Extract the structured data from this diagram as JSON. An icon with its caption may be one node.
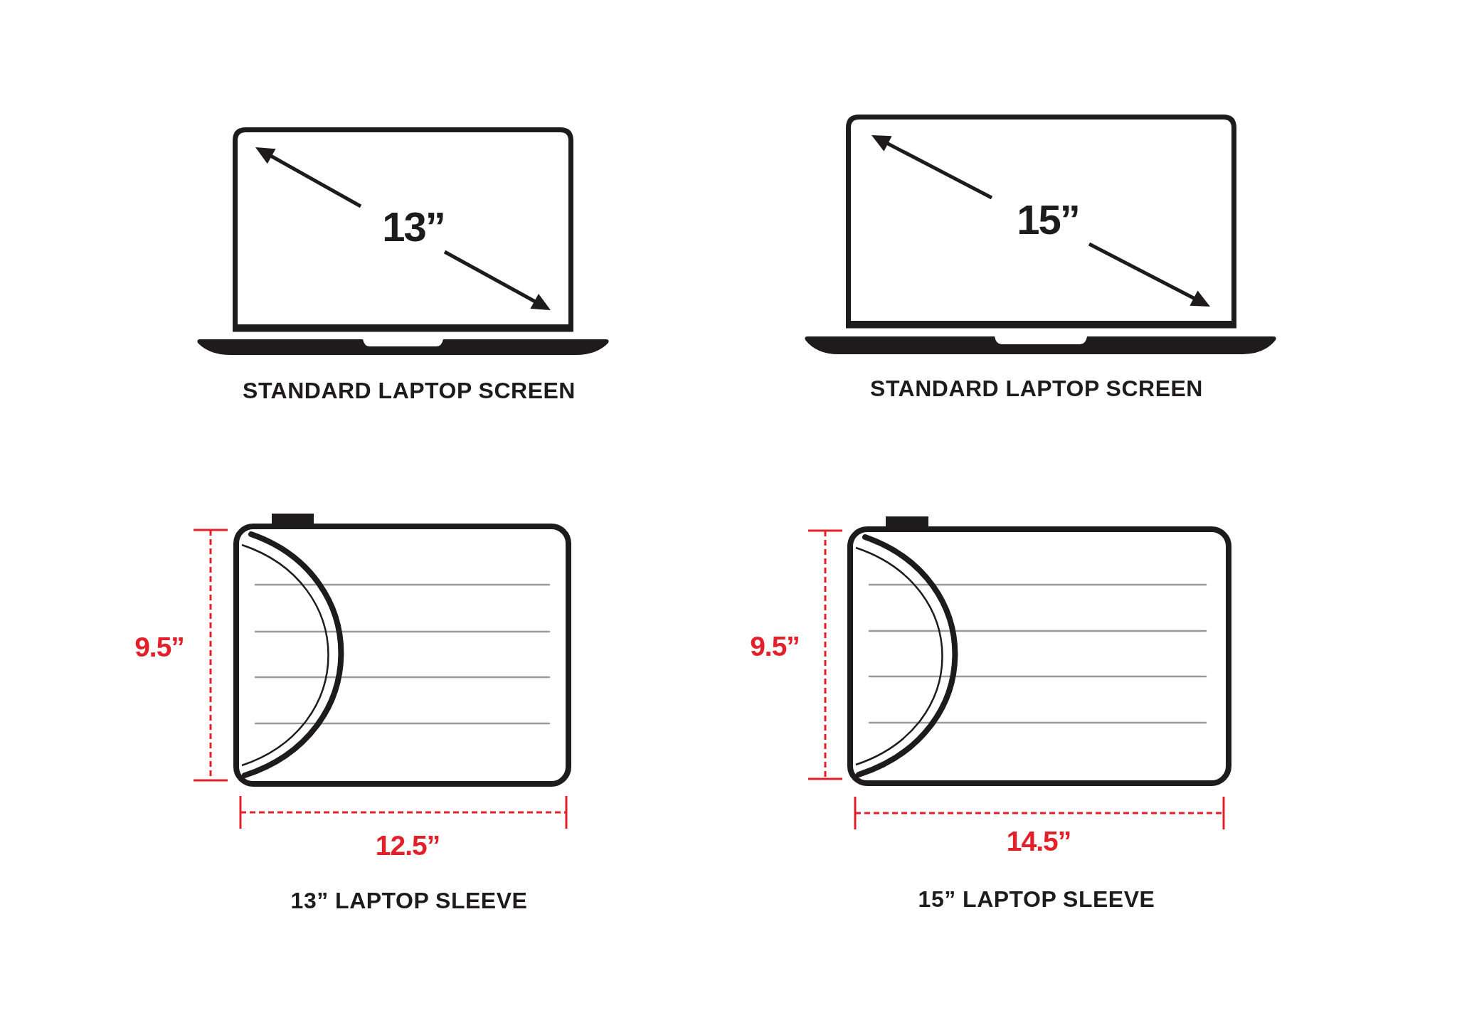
{
  "diagram": {
    "nodes": [
      {
        "text": [
          "13”"
        ]
      },
      {
        "text": [
          "15”"
        ]
      }
    ],
    "labels": [
      "STANDARD LAPTOP SCREEN",
      "STANDARD LAPTOP SCREEN",
      "9.5”",
      "9.5”",
      "12.5”",
      "14.5”",
      "13” LAPTOP SLEEVE",
      "15” LAPTOP SLEEVE"
    ]
  }
}
